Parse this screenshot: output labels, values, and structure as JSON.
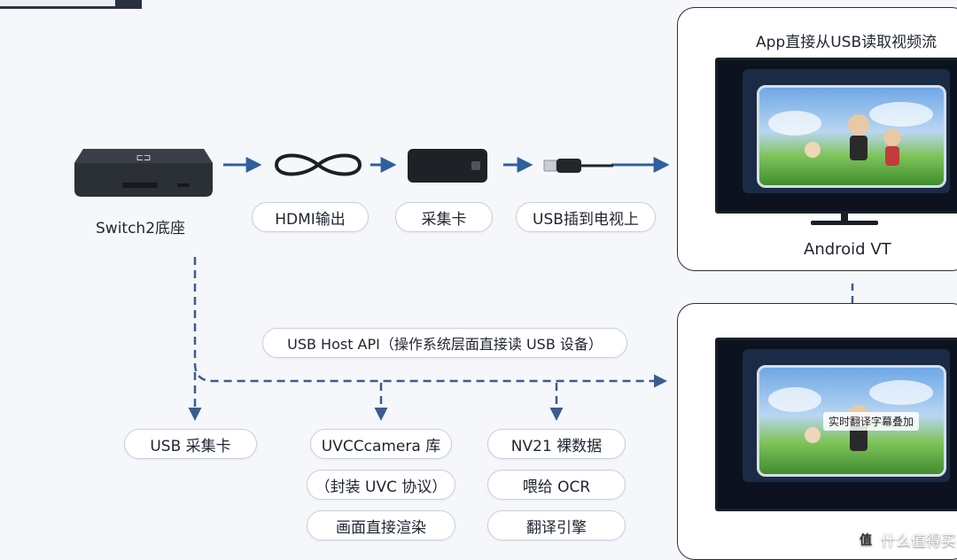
{
  "devices": {
    "dock_label": "Switch2底座",
    "dock_logo": "⊏⊐"
  },
  "flow_top": {
    "hdmi": "HDMI输出",
    "capture": "采集卡",
    "usb_tv": "USB插到电视上"
  },
  "panel_top": {
    "title": "App直接从USB读取视频流",
    "caption": "Android VT"
  },
  "api_label": "USB Host API（操作系统层面直接读 USB 设备）",
  "bottom": {
    "usb_capture": "USB 采集卡",
    "col_uvc": [
      "UVCCcamera 库",
      "（封装 UVC 协议）",
      "画面直接渲染"
    ],
    "col_ocr": [
      "NV21 裸数据",
      "喂给 OCR",
      "翻译引擎"
    ]
  },
  "panel_bottom": {
    "overlay": "实时翻译字幕叠加"
  },
  "watermark": {
    "icon": "值",
    "text": "什么值得买"
  },
  "colors": {
    "arrow": "#2f5f9e",
    "dashed": "#3b5c8f",
    "panel_border": "#2a2f38"
  }
}
